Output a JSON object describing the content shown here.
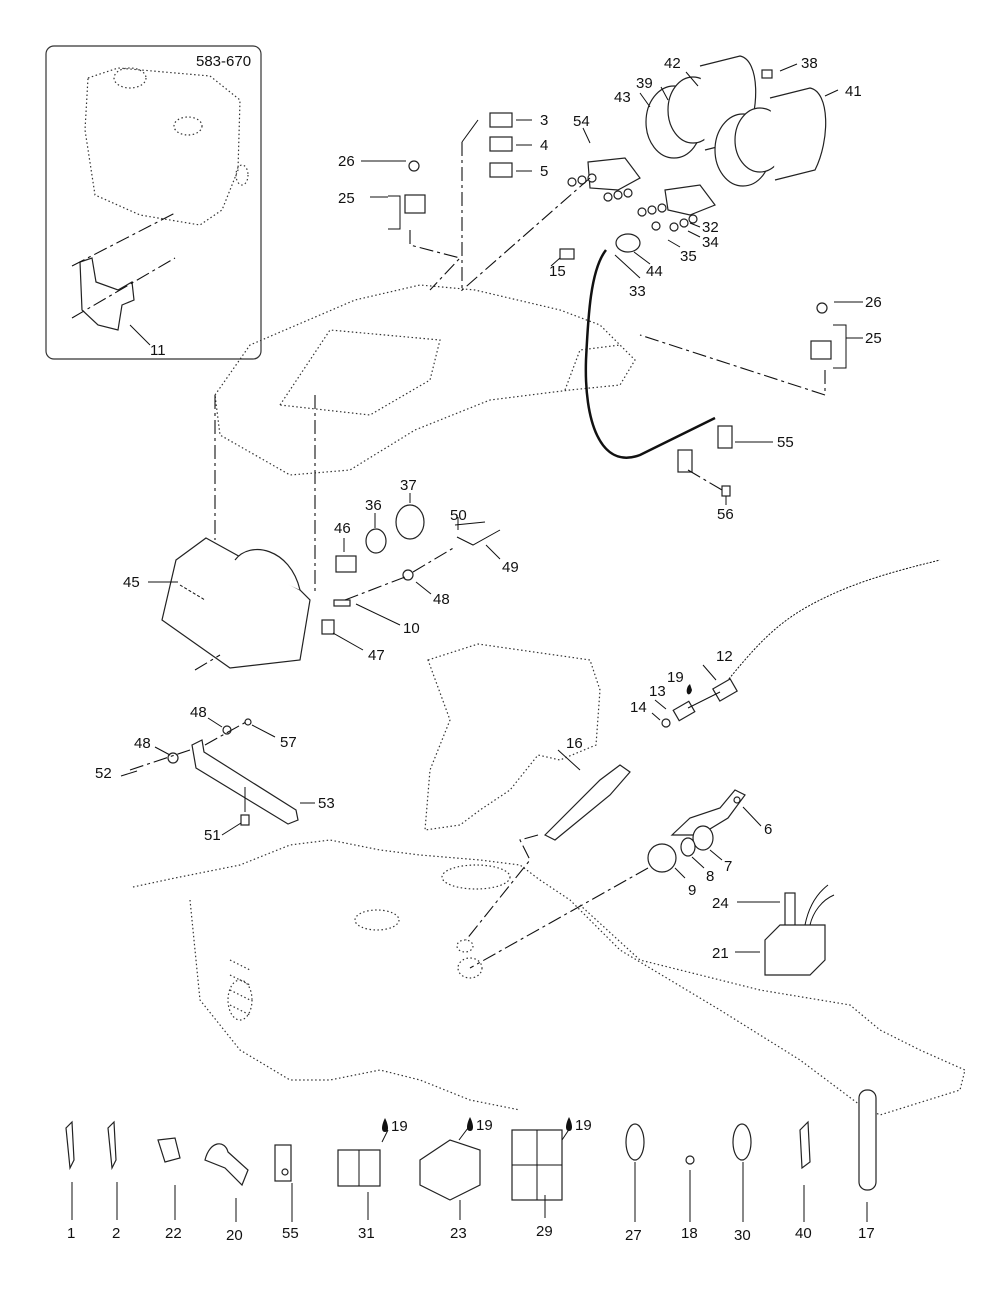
{
  "diagram": {
    "type": "exploded-parts-diagram",
    "inset": {
      "code": "583-670",
      "callouts": [
        "11"
      ]
    },
    "callouts": [
      {
        "id": "3"
      },
      {
        "id": "4"
      },
      {
        "id": "5"
      },
      {
        "id": "26a",
        "label": "26"
      },
      {
        "id": "25a",
        "label": "25"
      },
      {
        "id": "54"
      },
      {
        "id": "43"
      },
      {
        "id": "39"
      },
      {
        "id": "42"
      },
      {
        "id": "38"
      },
      {
        "id": "41"
      },
      {
        "id": "32"
      },
      {
        "id": "34"
      },
      {
        "id": "35"
      },
      {
        "id": "15"
      },
      {
        "id": "44"
      },
      {
        "id": "33"
      },
      {
        "id": "26b",
        "label": "26"
      },
      {
        "id": "25b",
        "label": "25"
      },
      {
        "id": "55a",
        "label": "55"
      },
      {
        "id": "56"
      },
      {
        "id": "45"
      },
      {
        "id": "46"
      },
      {
        "id": "36"
      },
      {
        "id": "37"
      },
      {
        "id": "50"
      },
      {
        "id": "49"
      },
      {
        "id": "48a",
        "label": "48"
      },
      {
        "id": "10"
      },
      {
        "id": "47"
      },
      {
        "id": "48b",
        "label": "48"
      },
      {
        "id": "57"
      },
      {
        "id": "48c",
        "label": "48"
      },
      {
        "id": "52"
      },
      {
        "id": "53"
      },
      {
        "id": "51"
      },
      {
        "id": "12"
      },
      {
        "id": "19a",
        "label": "19"
      },
      {
        "id": "13"
      },
      {
        "id": "14"
      },
      {
        "id": "16"
      },
      {
        "id": "6"
      },
      {
        "id": "7"
      },
      {
        "id": "8"
      },
      {
        "id": "9"
      },
      {
        "id": "24"
      },
      {
        "id": "21"
      }
    ],
    "bottom_row": [
      {
        "label": "1"
      },
      {
        "label": "2"
      },
      {
        "label": "22"
      },
      {
        "label": "20"
      },
      {
        "label": "55"
      },
      {
        "label": "31",
        "note": "19"
      },
      {
        "label": "23",
        "note": "19"
      },
      {
        "label": "29",
        "note": "19"
      },
      {
        "label": "27"
      },
      {
        "label": "18"
      },
      {
        "label": "30"
      },
      {
        "label": "40"
      },
      {
        "label": "17"
      }
    ],
    "note_icon": "oil-drop-icon"
  }
}
